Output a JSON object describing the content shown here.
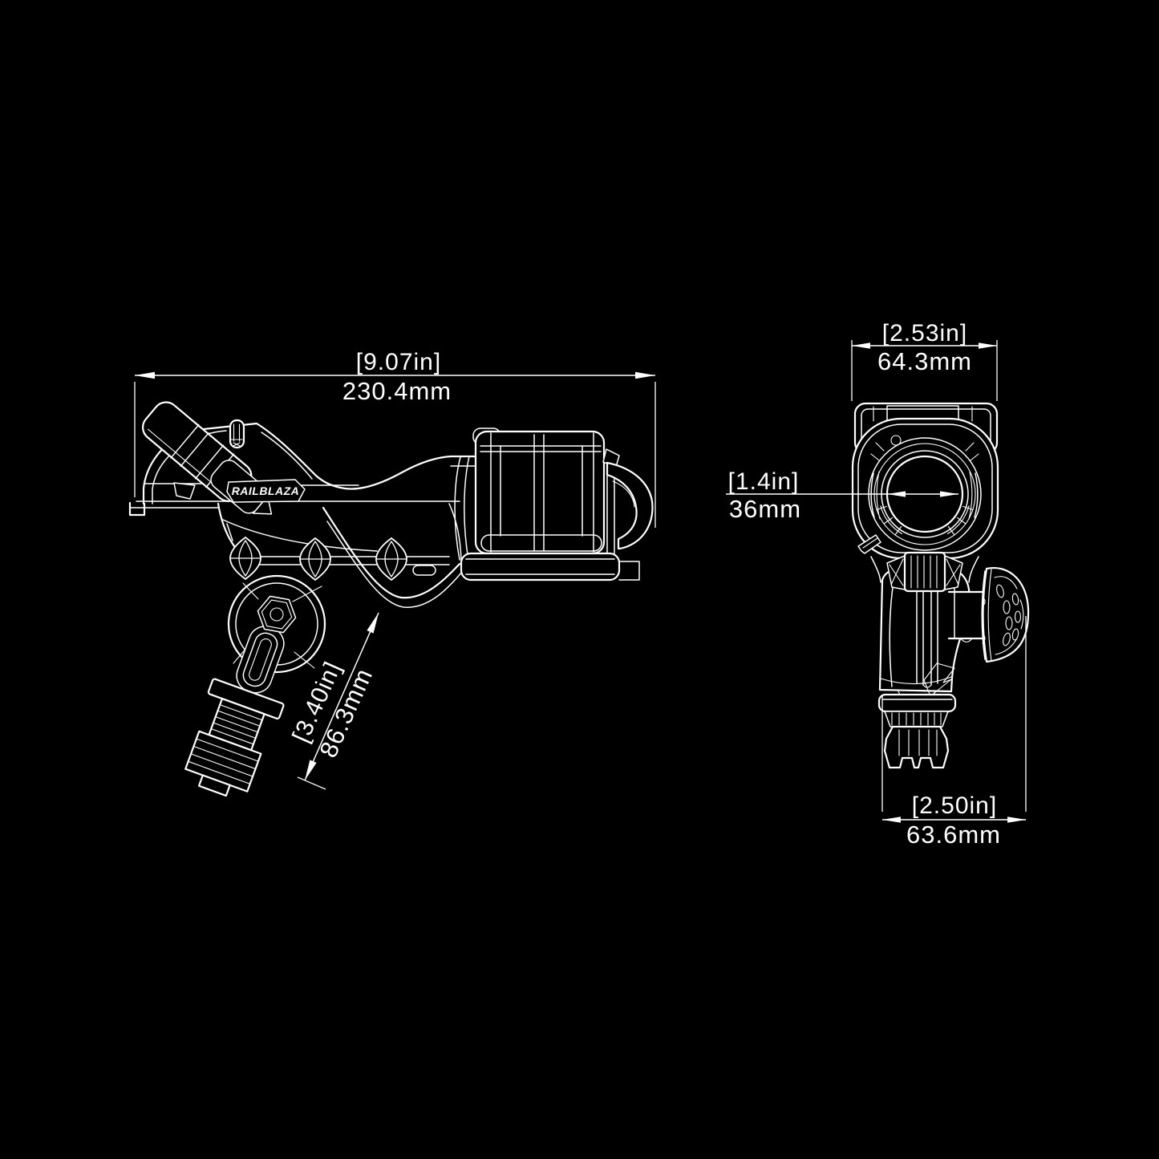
{
  "canvas": {
    "width": "1445",
    "height": "1445",
    "background": "#000000",
    "line_color": "#ffffff"
  },
  "branding": {
    "logo_text": "RAILBLAZA"
  },
  "side_view": {
    "overall_width_in": "[9.07in]",
    "overall_width_mm": "230.4mm",
    "shaft_length_in": "[3.40in]",
    "shaft_length_mm": "86.3mm"
  },
  "front_view": {
    "top_width_in": "[2.53in]",
    "top_width_mm": "64.3mm",
    "inner_diameter_in": "[1.4in]",
    "inner_diameter_mm": "36mm",
    "base_width_in": "[2.50in]",
    "base_width_mm": "63.6mm"
  }
}
